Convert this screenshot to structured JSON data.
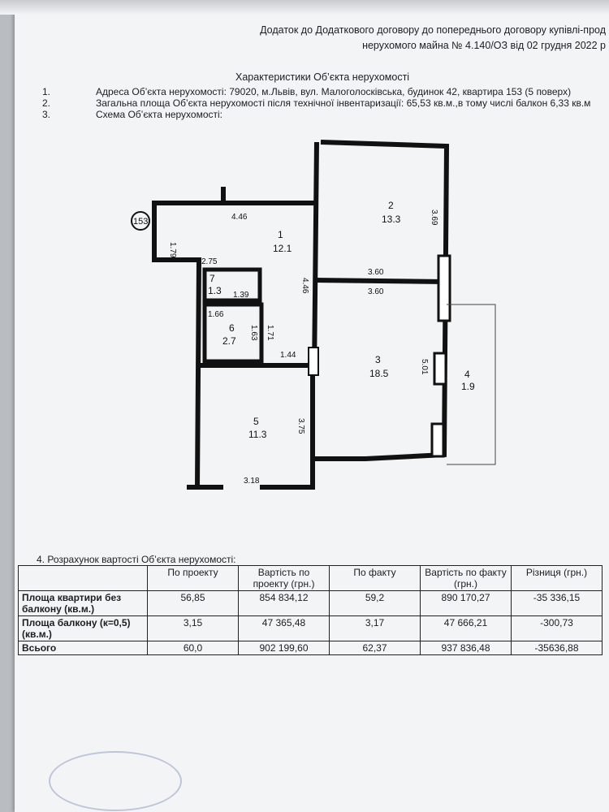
{
  "header": {
    "line1": "Додаток до Додаткового договору до попереднього договору купівлі-прод",
    "line2": "нерухомого майна № 4.140/ОЗ від 02 грудня 2022 р"
  },
  "title": "Характеристики Об’єкта нерухомості",
  "items": [
    {
      "num": "1.",
      "text": "Адреса Об’єкта нерухомості: 79020, м.Львів, вул. Малоголосківська, будинок 42, квартира 153 (5 поверх)"
    },
    {
      "num": "2.",
      "text": "Загальна площа Об’єкта нерухомості після технічної інвентаризації: 65,53 кв.м.,в тому числі балкон 6,33 кв.м"
    },
    {
      "num": "3.",
      "text": "Схема Об’єкта нерухомості:"
    }
  ],
  "plan": {
    "apartment_marker": "153",
    "rooms": [
      {
        "num": "1",
        "area": "12.1"
      },
      {
        "num": "2",
        "area": "13.3"
      },
      {
        "num": "3",
        "area": "18.5"
      },
      {
        "num": "4",
        "area": "1.9"
      },
      {
        "num": "5",
        "area": "11.3"
      },
      {
        "num": "6",
        "area": "2.7"
      },
      {
        "num": "7",
        "area": "1.3"
      }
    ],
    "dims": [
      "4.46",
      "1.79",
      "2.75",
      "1.39",
      "1.66",
      "1.63",
      "1.71",
      "1.44",
      "4.46",
      "3.60",
      "3.60",
      "3.69",
      "5.01",
      "3.75",
      "3.18"
    ]
  },
  "section4": {
    "label": "4.   Розрахунок вартості Об’єкта нерухомості:",
    "headers": [
      "",
      "По проекту",
      "Вартість по проекту (грн.)",
      "По факту",
      "Вартість по факту (грн.)",
      "Різниця (грн.)"
    ],
    "rows": [
      [
        "Площа квартири без балкону (кв.м.)",
        "56,85",
        "854 834,12",
        "59,2",
        "890 170,27",
        "-35 336,15"
      ],
      [
        "Площа балкону (к=0,5) (кв.м.)",
        "3,15",
        "47 365,48",
        "3,17",
        "47 666,21",
        "-300,73"
      ],
      [
        "Всього",
        "60,0",
        "902 199,60",
        "62,37",
        "937 836,48",
        "-35636,88"
      ]
    ]
  }
}
